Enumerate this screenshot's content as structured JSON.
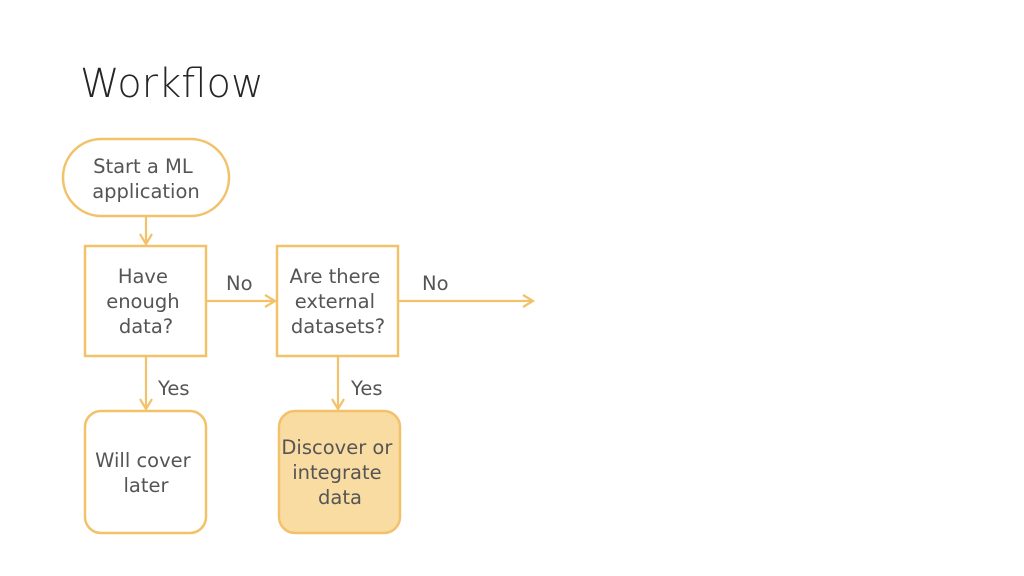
{
  "title": "Workflow",
  "colors": {
    "stroke": "#f2c26b",
    "highlight_fill": "#f9dca2",
    "text": "#555555",
    "title": "#262626"
  },
  "nodes": {
    "start": {
      "lines": [
        "Start a ML",
        "application"
      ]
    },
    "enough_data": {
      "lines": [
        "Have",
        "enough",
        "data?"
      ]
    },
    "external": {
      "lines": [
        "Are there",
        "external",
        "datasets?"
      ]
    },
    "cover_later": {
      "lines": [
        "Will cover",
        "later"
      ]
    },
    "discover": {
      "lines": [
        "Discover or",
        "integrate",
        "data"
      ]
    }
  },
  "edges": {
    "no_1": "No",
    "no_2": "No",
    "yes_1": "Yes",
    "yes_2": "Yes"
  }
}
